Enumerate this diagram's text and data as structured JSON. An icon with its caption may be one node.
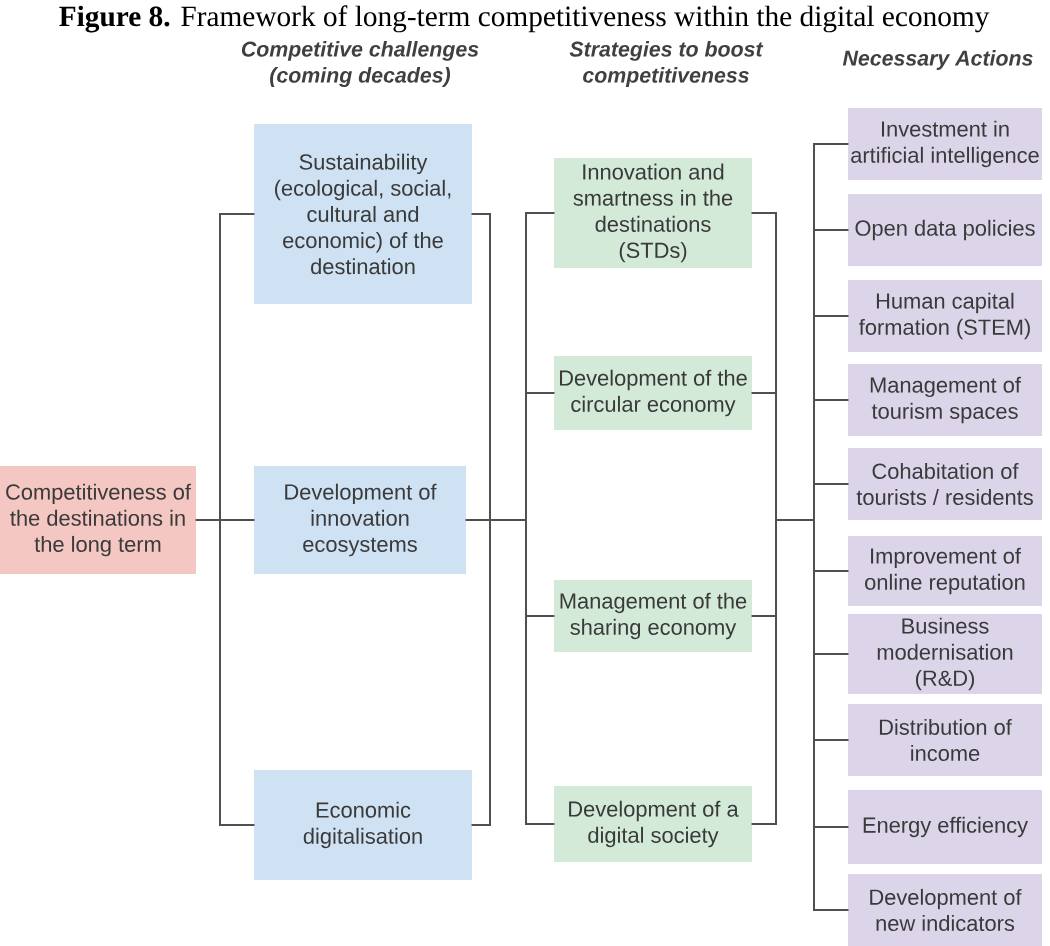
{
  "diagram": {
    "title": "**Figure 8.** Framework of long-term competitiveness within the digital economy",
    "nodes": [
      {
        "text": [
          "Competitiveness of the destinations in the long term"
        ]
      },
      {
        "text": [
          "Sustainability (ecological, social, cultural and economic) of the destination"
        ]
      },
      {
        "text": [
          "Development of innovation ecosystems"
        ]
      },
      {
        "text": [
          "Economic digitalisation"
        ]
      },
      {
        "text": [
          "Innovation and smartness in the destinations (STDs)"
        ]
      },
      {
        "text": [
          "Development of the circular economy"
        ]
      },
      {
        "text": [
          "Management of the sharing economy"
        ]
      },
      {
        "text": [
          "Development of a digital society"
        ]
      },
      {
        "text": [
          "Investment in artificial intelligence"
        ]
      },
      {
        "text": [
          "Open data policies"
        ]
      },
      {
        "text": [
          "Human capital formation (STEM)"
        ]
      },
      {
        "text": [
          "Management of tourism spaces"
        ]
      },
      {
        "text": [
          "Cohabitation of tourists / residents"
        ]
      },
      {
        "text": [
          "Improvement of online reputation"
        ]
      },
      {
        "text": [
          "Business modernisation (R&D)"
        ]
      },
      {
        "text": [
          "Distribution of income"
        ]
      },
      {
        "text": [
          "Energy efficiency"
        ]
      },
      {
        "text": [
          "Development of new indicators"
        ]
      }
    ],
    "edges": [
      {
        "from": 0,
        "to": 1,
        "arrow": "none"
      },
      {
        "from": 0,
        "to": 2,
        "arrow": "none"
      },
      {
        "from": 0,
        "to": 3,
        "arrow": "none"
      },
      {
        "from": 1,
        "to": 4,
        "arrow": "none"
      },
      {
        "from": 1,
        "to": 5,
        "arrow": "none"
      },
      {
        "from": 1,
        "to": 6,
        "arrow": "none"
      },
      {
        "from": 1,
        "to": 7,
        "arrow": "none"
      },
      {
        "from": 2,
        "to": 4,
        "arrow": "none"
      },
      {
        "from": 2,
        "to": 5,
        "arrow": "none"
      },
      {
        "from": 2,
        "to": 6,
        "arrow": "none"
      },
      {
        "from": 2,
        "to": 7,
        "arrow": "none"
      },
      {
        "from": 3,
        "to": 4,
        "arrow": "none"
      },
      {
        "from": 3,
        "to": 5,
        "arrow": "none"
      },
      {
        "from": 3,
        "to": 6,
        "arrow": "none"
      },
      {
        "from": 3,
        "to": 7,
        "arrow": "none"
      },
      {
        "from": 4,
        "to": 8,
        "arrow": "none"
      },
      {
        "from": 4,
        "to": 9,
        "arrow": "none"
      },
      {
        "from": 4,
        "to": 10,
        "arrow": "none"
      },
      {
        "from": 4,
        "to": 11,
        "arrow": "none"
      },
      {
        "from": 4,
        "to": 12,
        "arrow": "none"
      },
      {
        "from": 4,
        "to": 13,
        "arrow": "none"
      },
      {
        "from": 4,
        "to": 14,
        "arrow": "none"
      },
      {
        "from": 4,
        "to": 15,
        "arrow": "none"
      },
      {
        "from": 4,
        "to": 16,
        "arrow": "none"
      },
      {
        "from": 4,
        "to": 17,
        "arrow": "none"
      },
      {
        "from": 5,
        "to": 8,
        "arrow": "none"
      },
      {
        "from": 5,
        "to": 9,
        "arrow": "none"
      },
      {
        "from": 5,
        "to": 10,
        "arrow": "none"
      },
      {
        "from": 5,
        "to": 11,
        "arrow": "none"
      },
      {
        "from": 5,
        "to": 12,
        "arrow": "none"
      },
      {
        "from": 5,
        "to": 13,
        "arrow": "none"
      },
      {
        "from": 5,
        "to": 14,
        "arrow": "none"
      },
      {
        "from": 5,
        "to": 15,
        "arrow": "none"
      },
      {
        "from": 5,
        "to": 16,
        "arrow": "none"
      },
      {
        "from": 5,
        "to": 17,
        "arrow": "none"
      },
      {
        "from": 6,
        "to": 8,
        "arrow": "none"
      },
      {
        "from": 6,
        "to": 9,
        "arrow": "none"
      },
      {
        "from": 6,
        "to": 10,
        "arrow": "none"
      },
      {
        "from": 6,
        "to": 11,
        "arrow": "none"
      },
      {
        "from": 6,
        "to": 12,
        "arrow": "none"
      },
      {
        "from": 6,
        "to": 13,
        "arrow": "none"
      },
      {
        "from": 6,
        "to": 14,
        "arrow": "none"
      },
      {
        "from": 6,
        "to": 15,
        "arrow": "none"
      },
      {
        "from": 6,
        "to": 16,
        "arrow": "none"
      },
      {
        "from": 6,
        "to": 17,
        "arrow": "none"
      },
      {
        "from": 7,
        "to": 8,
        "arrow": "none"
      },
      {
        "from": 7,
        "to": 9,
        "arrow": "none"
      },
      {
        "from": 7,
        "to": 10,
        "arrow": "none"
      },
      {
        "from": 7,
        "to": 11,
        "arrow": "none"
      },
      {
        "from": 7,
        "to": 12,
        "arrow": "none"
      },
      {
        "from": 7,
        "to": 13,
        "arrow": "none"
      },
      {
        "from": 7,
        "to": 14,
        "arrow": "none"
      },
      {
        "from": 7,
        "to": 15,
        "arrow": "none"
      },
      {
        "from": 7,
        "to": 16,
        "arrow": "none"
      },
      {
        "from": 7,
        "to": 17,
        "arrow": "none"
      }
    ],
    "labels": [
      "Competitive challenges (coming decades)",
      "Strategies to boost competitiveness",
      "Necessary Actions"
    ]
  }
}
